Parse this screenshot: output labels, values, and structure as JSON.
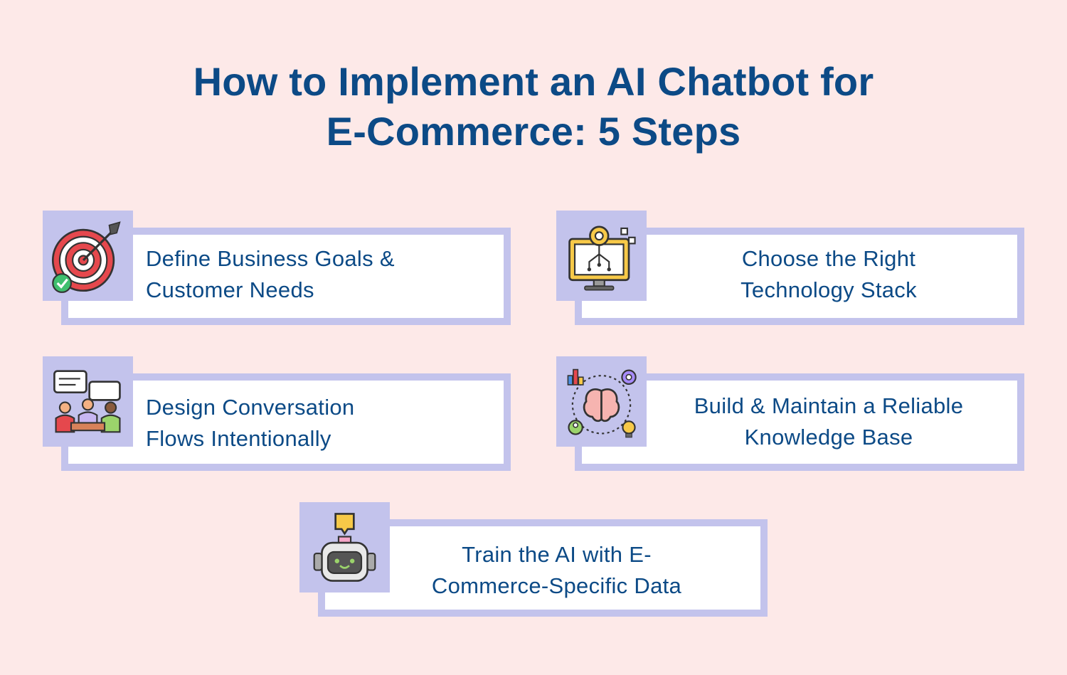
{
  "title": {
    "line1": "How to Implement an AI Chatbot for",
    "line2": "E-Commerce: 5 Steps"
  },
  "steps": [
    {
      "line1": "Define Business Goals &",
      "line2": "Customer Needs",
      "icon": "target-icon"
    },
    {
      "line1": "Choose the Right",
      "line2": "Technology Stack",
      "icon": "monitor-gear-icon"
    },
    {
      "line1": "Design Conversation",
      "line2": "Flows Intentionally",
      "icon": "meeting-chat-icon"
    },
    {
      "line1": "Build & Maintain a Reliable",
      "line2": "Knowledge Base",
      "icon": "brain-network-icon"
    },
    {
      "line1": "Train the AI with E-",
      "line2": "Commerce-Specific Data",
      "icon": "robot-icon"
    }
  ],
  "colors": {
    "background": "#fde9e8",
    "accent": "#c3c3ec",
    "text": "#0c4a86"
  }
}
